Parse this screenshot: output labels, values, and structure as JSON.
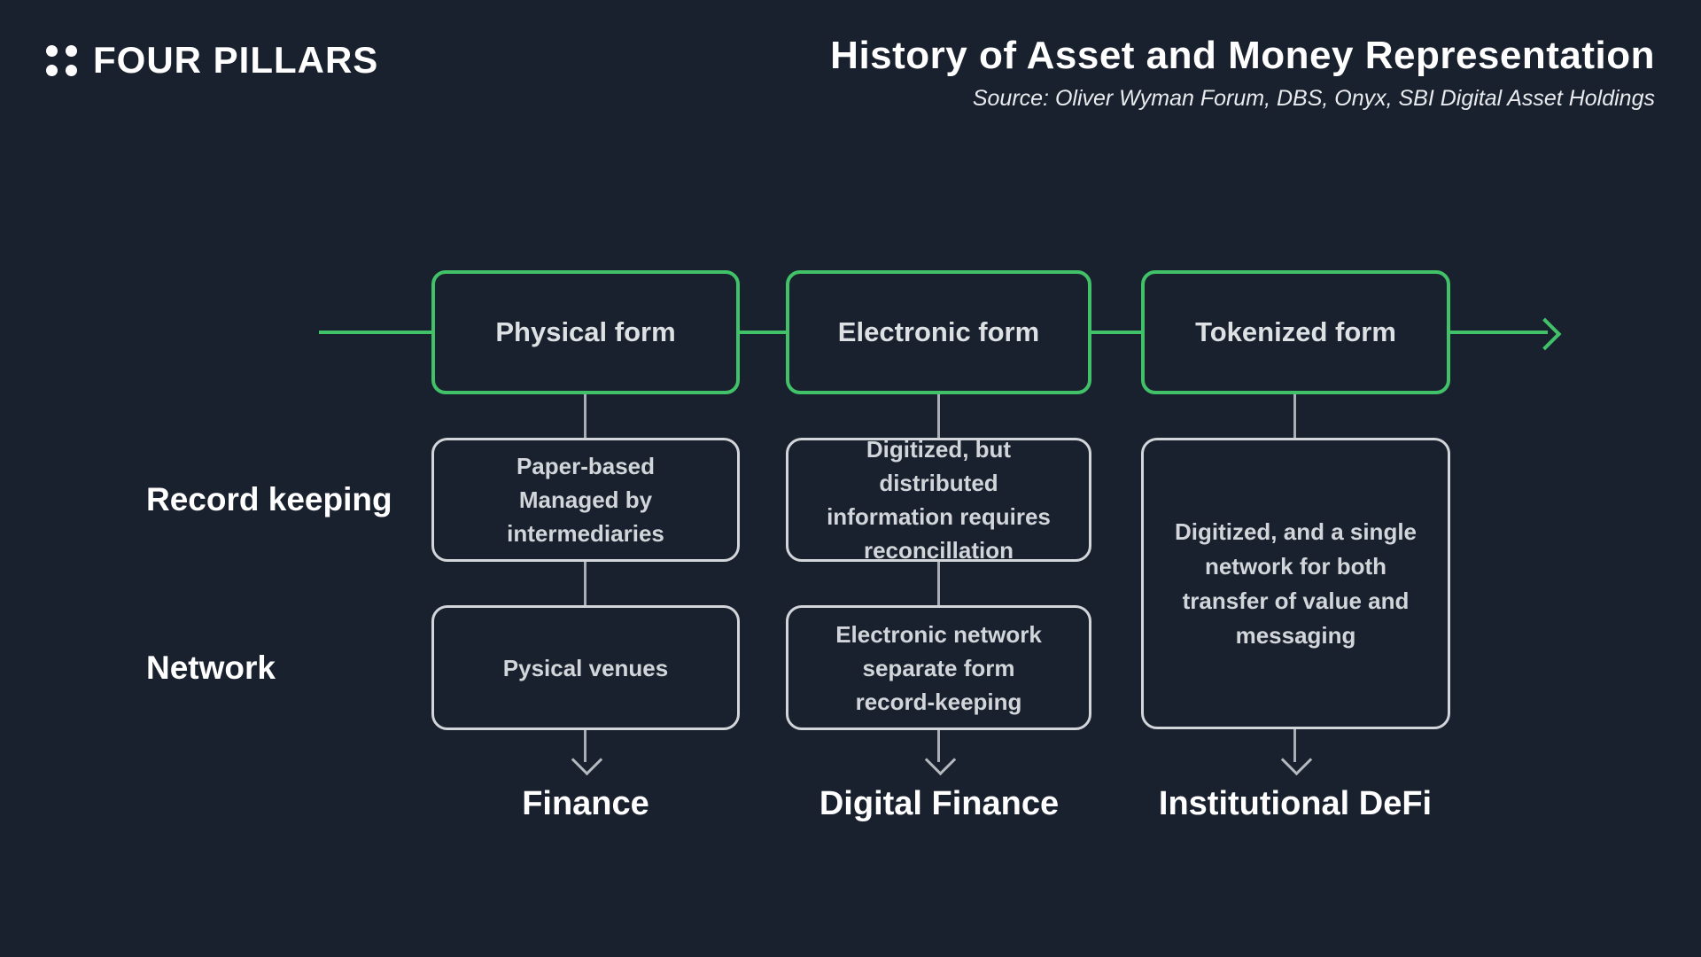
{
  "header": {
    "logo_text": "FOUR PILLARS",
    "title": "History of Asset and Money Representation",
    "source": "Source: Oliver Wyman Forum, DBS, Onyx, SBI Digital Asset Holdings"
  },
  "colors": {
    "background": "#1a212e",
    "accent_green": "#41c269",
    "box_border_gray": "#d2d5d9",
    "connector_gray": "#a9aeb5",
    "box_text_gray": "#d2d6da",
    "text_white": "#ffffff"
  },
  "row_labels": {
    "record_keeping": "Record keeping",
    "network": "Network"
  },
  "columns": [
    {
      "form": "Physical form",
      "record_keeping": "Paper-based\nManaged by intermediaries",
      "network": "Pysical venues",
      "outcome": "Finance"
    },
    {
      "form": "Electronic form",
      "record_keeping": "Digitized, but distributed\ninformation requires\nreconcillation",
      "network": "Electronic network\nseparate form\nrecord-keeping",
      "outcome": "Digital Finance"
    },
    {
      "form": "Tokenized form",
      "record_keeping": "Digitized, and a single\nnetwork for both\ntransfer of value and\nmessaging",
      "network": null,
      "outcome": "Institutional DeFi"
    }
  ]
}
